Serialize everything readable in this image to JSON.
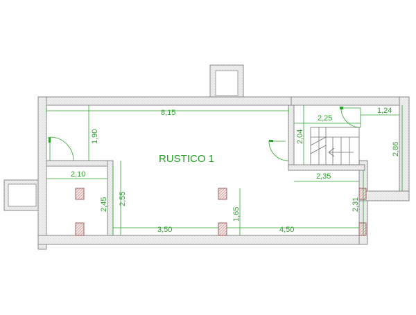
{
  "room": {
    "name": "RUSTICO 1"
  },
  "dimensions": {
    "overall_width": "8,15",
    "left_upper_height": "1,90",
    "left_room_width": "2,10",
    "left_room_height": "2,45",
    "left_room_height_inner": "2,55",
    "bottom_left_width": "3,50",
    "pillar_height": "1,65",
    "bottom_right_width": "4,50",
    "right_height": "2,31",
    "stair_height": "2,04",
    "stair_top_width": "2,25",
    "stair_bottom_width": "2,35",
    "right_annex_width": "1,24",
    "right_annex_height": "2,86"
  },
  "colors": {
    "annotation": "#2aa52a",
    "wall_fill": "#ececec",
    "wall_stroke": "#8a8a8a",
    "pillar_stroke": "#a06060"
  }
}
